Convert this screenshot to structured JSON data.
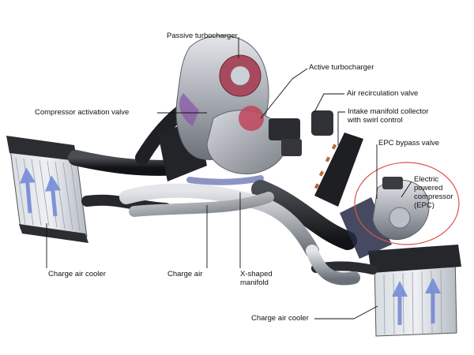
{
  "labels": {
    "passive_turbocharger": "Passive turbocharger",
    "active_turbocharger": "Active turbocharger",
    "compressor_activation_valve": "Compressor activation valve",
    "air_recirculation_valve": "Air recirculation valve",
    "intake_manifold_collector": "Intake manifold collector\nwith swirl control",
    "epc_bypass_valve": "EPC bypass valve",
    "electric_powered_compressor": "Electric\npowered\ncompressor\n(EPC)",
    "charge_air_cooler_left": "Charge air cooler",
    "charge_air": "Charge air",
    "x_shaped_manifold": "X-shaped\nmanifold",
    "charge_air_cooler_right": "Charge air cooler"
  },
  "colors": {
    "highlight_ring": "#d9534f",
    "flow_arrows": "#6f86d6",
    "active_turbo_housing": "#c0455a"
  }
}
